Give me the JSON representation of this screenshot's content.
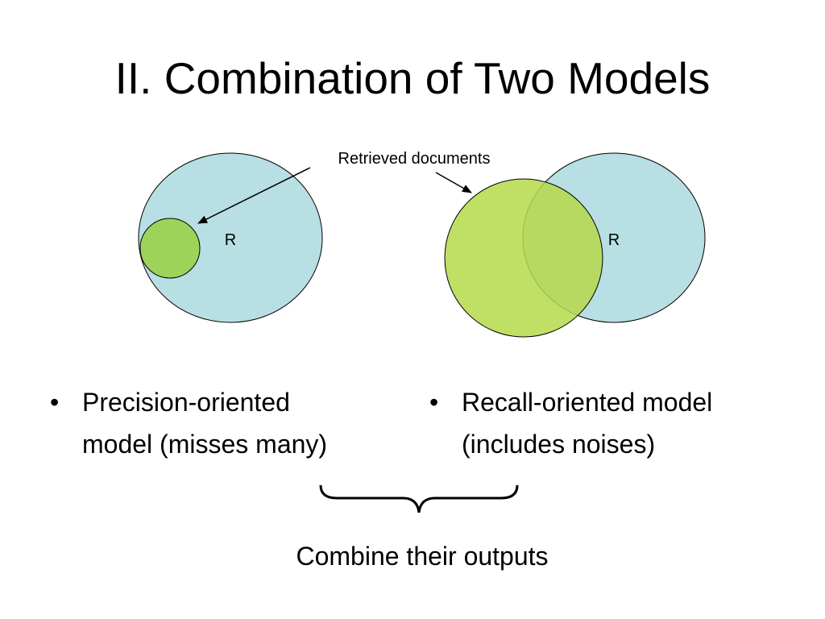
{
  "title": "II. Combination of Two Models",
  "annotation": "Retrieved documents",
  "left_diagram": {
    "relevant_label": "R"
  },
  "right_diagram": {
    "relevant_label": "R"
  },
  "bullets": [
    {
      "line1": "Precision-oriented",
      "line2": "model (misses many)"
    },
    {
      "line1": "Recall-oriented model",
      "line2": "(includes noises)"
    }
  ],
  "combine_label": "Combine their outputs",
  "colors": {
    "relevant_set": "#b8dfe3",
    "retrieved_left": "#9ed35a",
    "retrieved_right": "#b5d94a",
    "outline": "#000000"
  }
}
